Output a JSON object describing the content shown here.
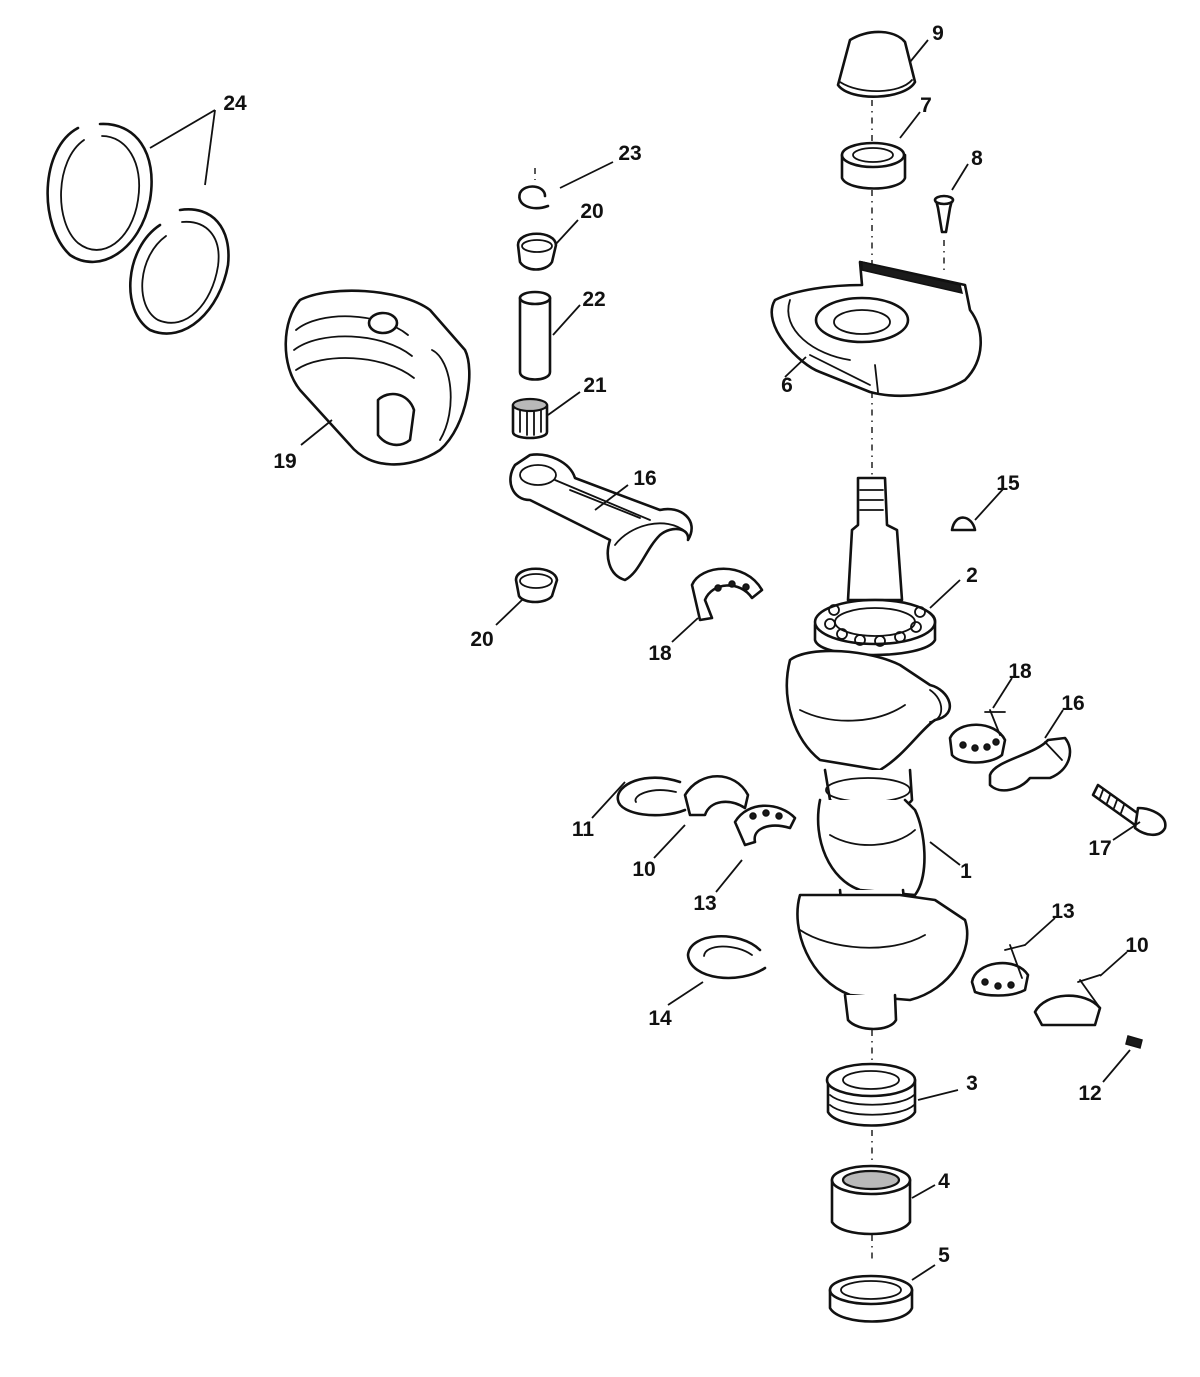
{
  "background": "#ffffff",
  "ink": "#111111",
  "callouts": {
    "c1": "1",
    "c2": "2",
    "c3": "3",
    "c4": "4",
    "c5": "5",
    "c6": "6",
    "c7": "7",
    "c8": "8",
    "c9": "9",
    "c10a": "10",
    "c10b": "10",
    "c11": "11",
    "c12": "12",
    "c13a": "13",
    "c13b": "13",
    "c14": "14",
    "c15": "15",
    "c16a": "16",
    "c16b": "16",
    "c17": "17",
    "c18a": "18",
    "c18b": "18",
    "c19": "19",
    "c20a": "20",
    "c20b": "20",
    "c21": "21",
    "c22": "22",
    "c23": "23",
    "c24": "24"
  }
}
